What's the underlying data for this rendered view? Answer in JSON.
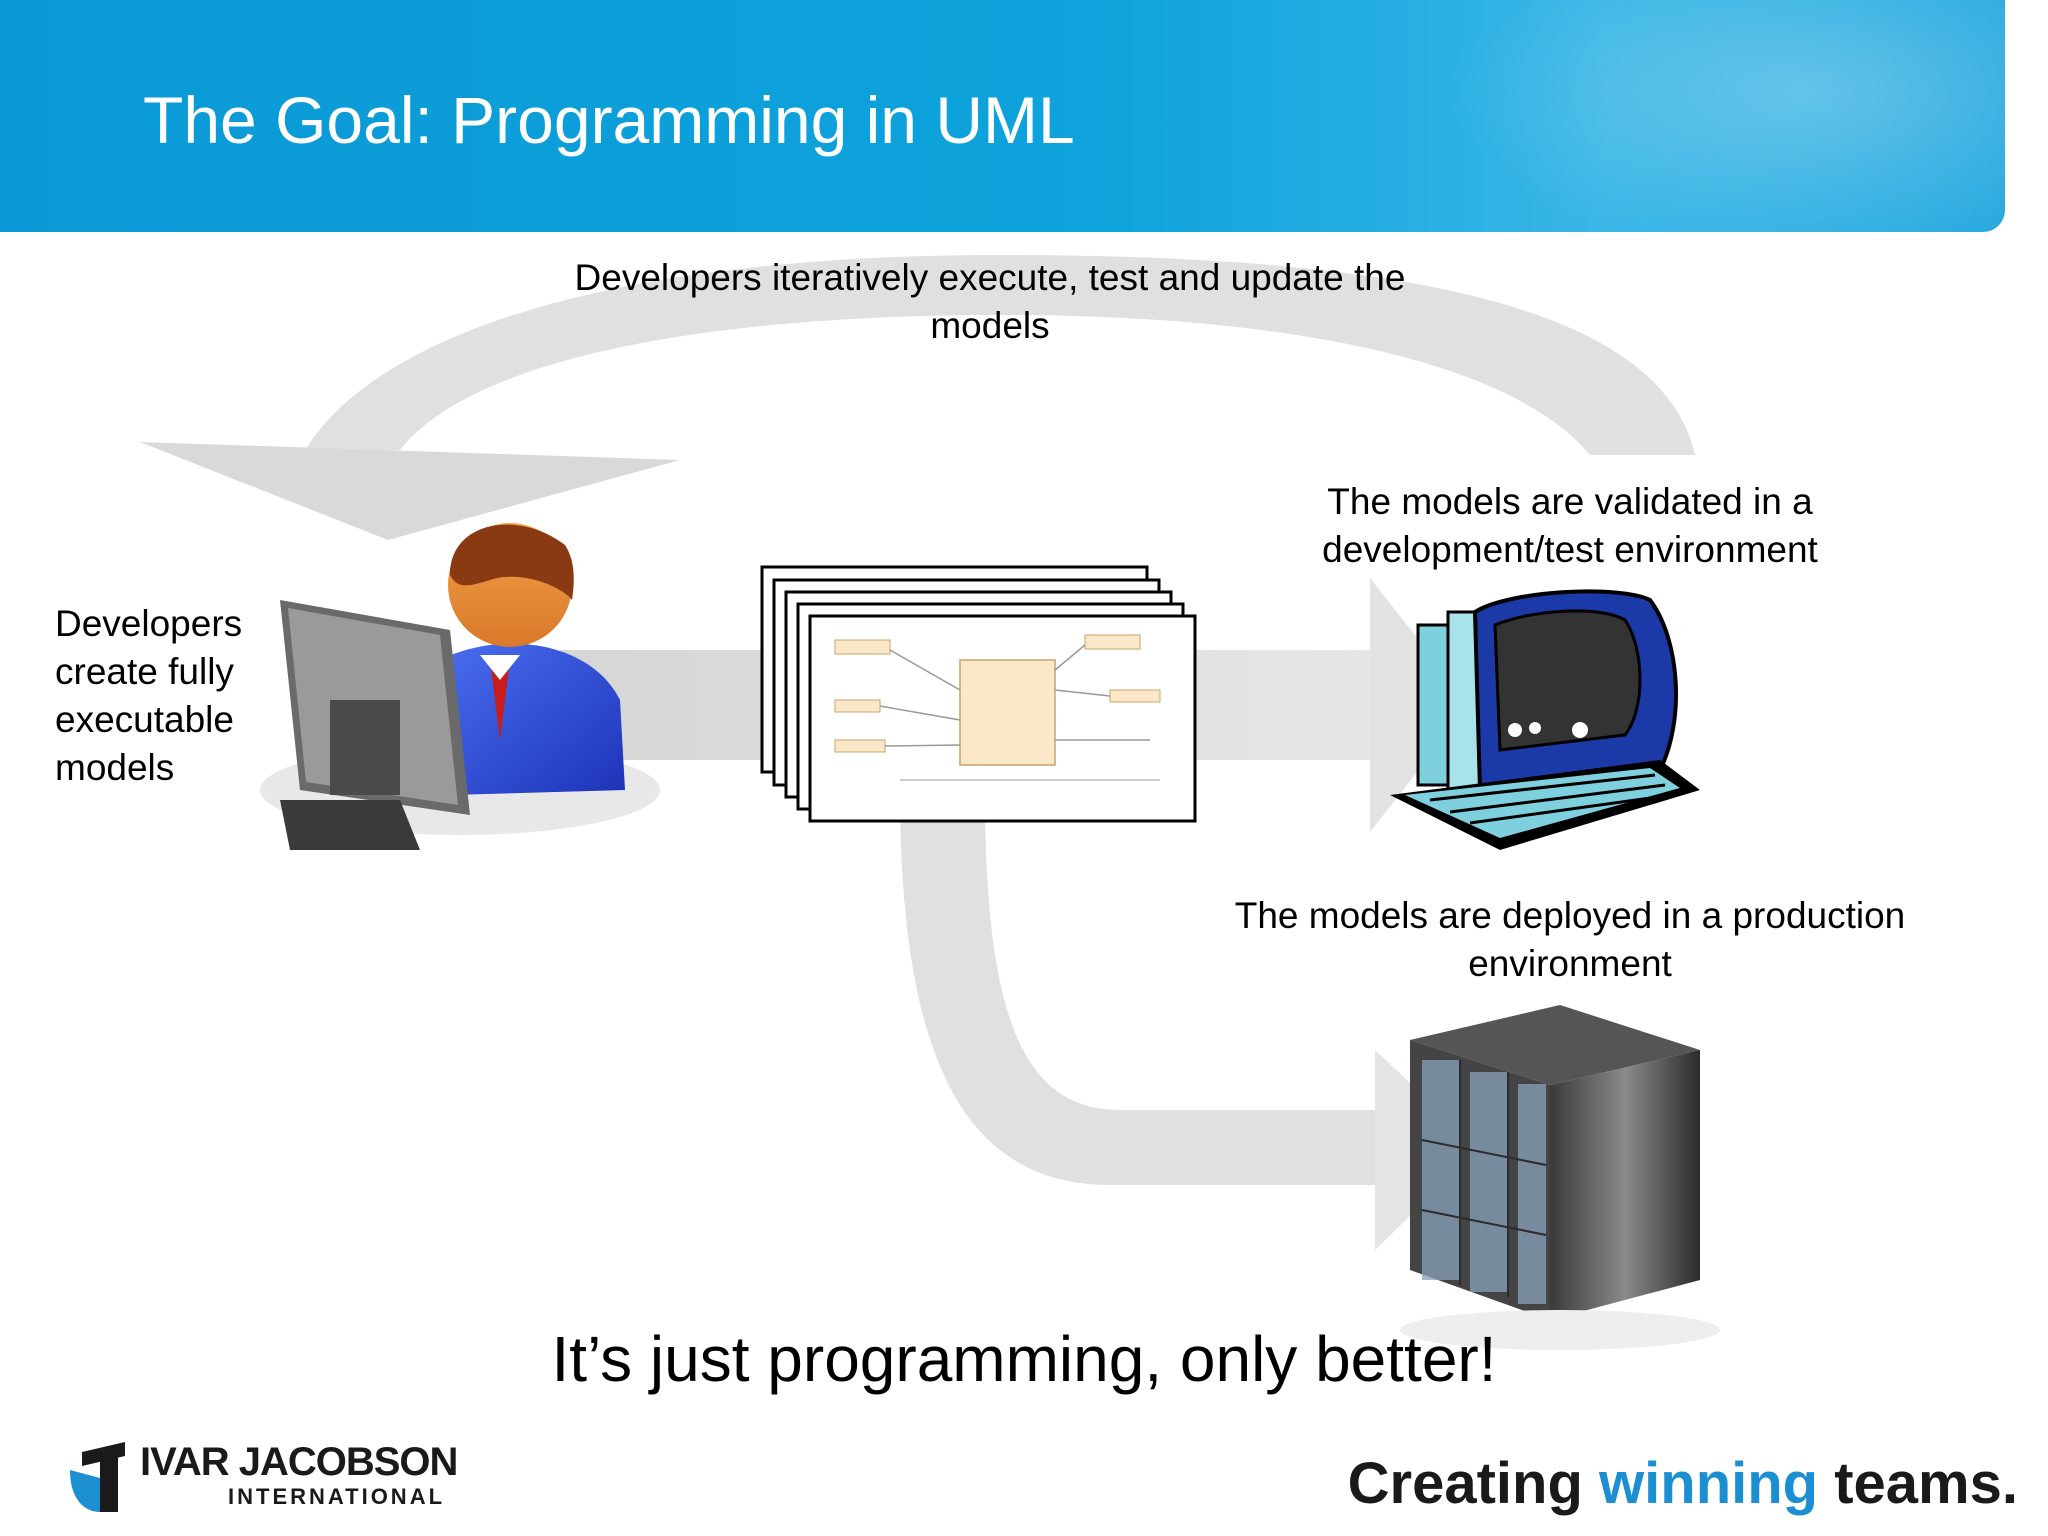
{
  "header": {
    "title": "The Goal: Programming in UML"
  },
  "diagram": {
    "loop_label": "Developers iteratively execute, test and update the models",
    "developer_label": "Developers create fully executable models",
    "validate_label": "The models are validated in a development/test environment",
    "deploy_label": "The models are deployed in a production environment"
  },
  "tagline": "It’s just programming, only better!",
  "footer": {
    "logo_name": "IVAR JACOBSON",
    "logo_sub": "INTERNATIONAL",
    "slogan_part1": "Creating",
    "slogan_part2": "winning",
    "slogan_part3": "teams."
  },
  "colors": {
    "banner": "#0ea3dc",
    "arrow": "#dcdcdc",
    "slogan_accent": "#1c8fd2"
  },
  "icons": [
    "developer-at-computer-icon",
    "uml-model-documents-icon",
    "desktop-computer-icon",
    "server-rack-icon",
    "ivar-jacobson-logo-icon"
  ]
}
